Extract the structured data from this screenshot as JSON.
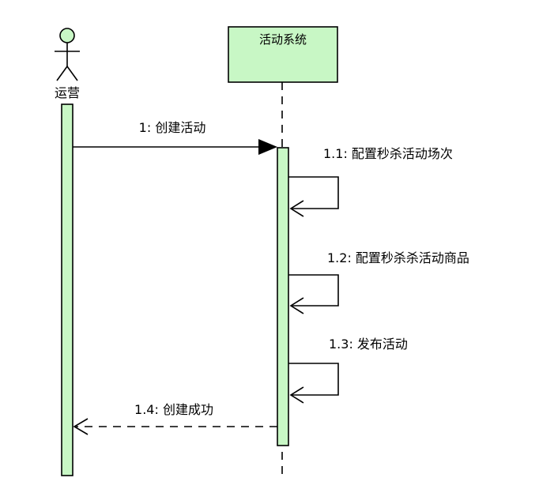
{
  "diagram": {
    "type": "sequence",
    "colors": {
      "fill": "#c8f7c5",
      "stroke": "#000000",
      "background": "#ffffff"
    },
    "actor": {
      "name": "运营"
    },
    "system": {
      "name": "活动系统"
    },
    "messages": [
      {
        "label": "1: 创建活动",
        "from": "运营",
        "to": "活动系统",
        "kind": "synchronous"
      },
      {
        "label": "1.1: 配置秒杀活动场次",
        "from": "活动系统",
        "to": "活动系统",
        "kind": "self-call"
      },
      {
        "label": "1.2: 配置秒杀杀活动商品",
        "from": "活动系统",
        "to": "活动系统",
        "kind": "self-call"
      },
      {
        "label": "1.3: 发布活动",
        "from": "活动系统",
        "to": "活动系统",
        "kind": "self-call"
      },
      {
        "label": "1.4: 创建成功",
        "from": "活动系统",
        "to": "运营",
        "kind": "return"
      }
    ]
  }
}
